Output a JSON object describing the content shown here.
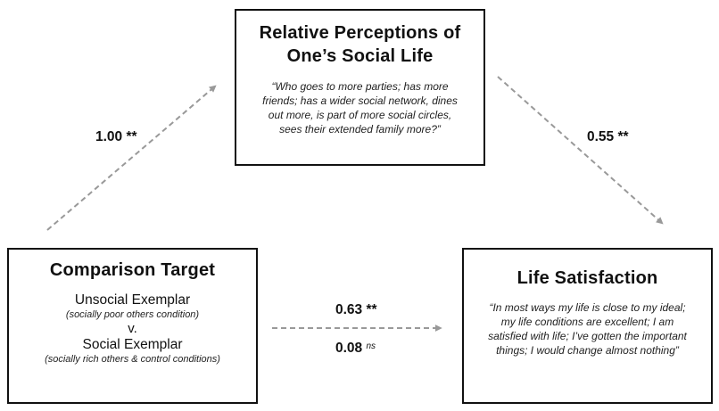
{
  "mediator": {
    "title_line1": "Relative Perceptions of",
    "title_line2": "One’s Social Life",
    "quote_lines": [
      "“Who goes to more parties; has more",
      "friends; has a wider social network, dines",
      "out more, is part of more social circles,",
      "sees their extended family more?”"
    ]
  },
  "predictor": {
    "title": "Comparison Target",
    "option_1": "Unsocial Exemplar",
    "option_1_note": "(socially poor others condition)",
    "separator": "v.",
    "option_2": "Social Exemplar",
    "option_2_note": "(socially rich others & control conditions)"
  },
  "outcome": {
    "title": "Life Satisfaction",
    "quote_lines": [
      "“In most ways my life is close to my ideal;",
      "my life conditions are excellent; I am",
      "satisfied with life; I’ve gotten the important",
      "things; I would change almost nothing”"
    ]
  },
  "paths": {
    "a": {
      "value": "1.00",
      "sig": "**"
    },
    "b": {
      "value": "0.55",
      "sig": "**"
    },
    "c_total": {
      "value": "0.63",
      "sig": "**"
    },
    "c_direct": {
      "value": "0.08",
      "sig": "ns"
    }
  },
  "colors": {
    "box_border": "#111111",
    "arrow": "#999999"
  }
}
